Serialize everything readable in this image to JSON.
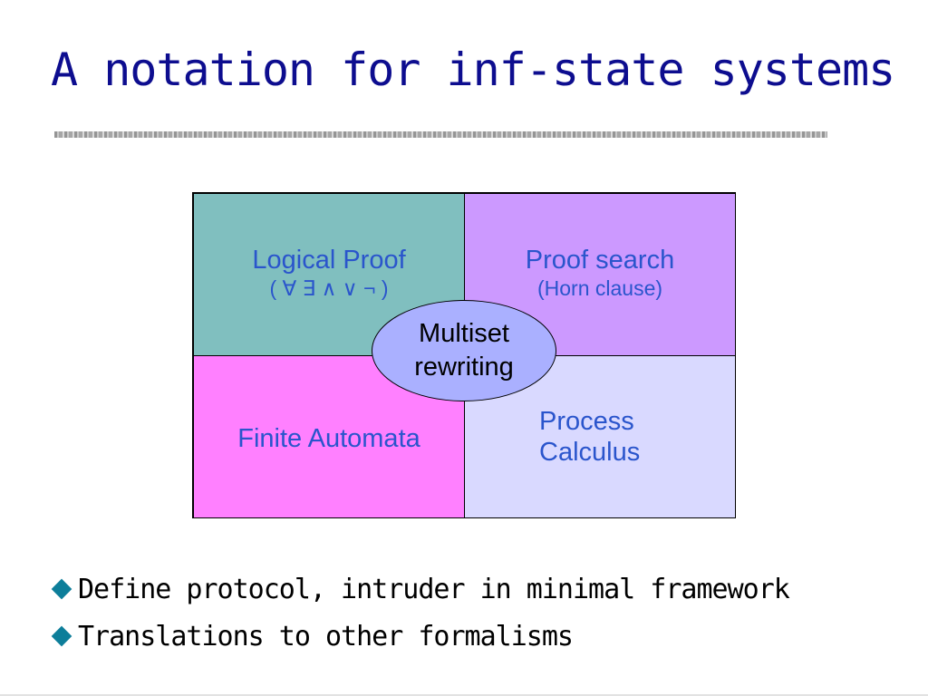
{
  "slide": {
    "title": "A notation for inf-state systems"
  },
  "diagram": {
    "cells": {
      "top_left": {
        "label": "Logical Proof",
        "sublabel": "( ∀ ∃ ∧ ∨ ¬ )",
        "color": "#80bfbf"
      },
      "top_right": {
        "label": "Proof search",
        "sublabel": "(Horn clause)",
        "color": "#cc99ff"
      },
      "bottom_left": {
        "label": "Finite Automata",
        "color": "#ff80ff"
      },
      "bottom_right": {
        "label_line1": "Process",
        "label_line2": "Calculus",
        "color": "#d9d9ff"
      }
    },
    "center": {
      "line1": "Multiset",
      "line2": "rewriting",
      "color": "#aab0ff"
    },
    "text_color": "#2a55cc"
  },
  "bullets": [
    {
      "icon": "diamond-bullet-icon",
      "text": "Define protocol, intruder in minimal framework"
    },
    {
      "icon": "diamond-bullet-icon",
      "text": "Translations to other formalisms"
    }
  ],
  "colors": {
    "title": "#0d0d8f",
    "bullet": "#0d7e9a"
  }
}
